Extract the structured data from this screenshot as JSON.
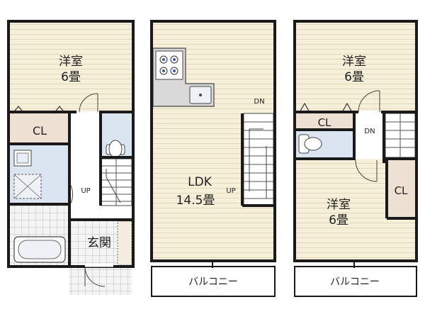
{
  "colors": {
    "floor": "#f6efd9",
    "floor_line": "#dcd1b4",
    "wall": "#1a1a1a",
    "cl": "#efe0d4",
    "wet": "#dbe5f2",
    "white": "#ffffff",
    "tile": "#d8d8d8"
  },
  "floor1": {
    "room_label": "洋室",
    "room_size": "6畳",
    "closet_label": "CL",
    "stair_label": "UP",
    "entrance_label": "玄関"
  },
  "floor2": {
    "ldk_label": "LDK",
    "ldk_size": "14.5畳",
    "stair_up_label": "UP",
    "stair_down_label": "DN",
    "balcony_label": "バルコニー"
  },
  "floor3": {
    "room1_label": "洋室",
    "room1_size": "6畳",
    "room2_label": "洋室",
    "room2_size": "6畳",
    "closet1_label": "CL",
    "closet2_label": "CL",
    "stair_down_label": "DN",
    "balcony_label": "バルコニー"
  }
}
